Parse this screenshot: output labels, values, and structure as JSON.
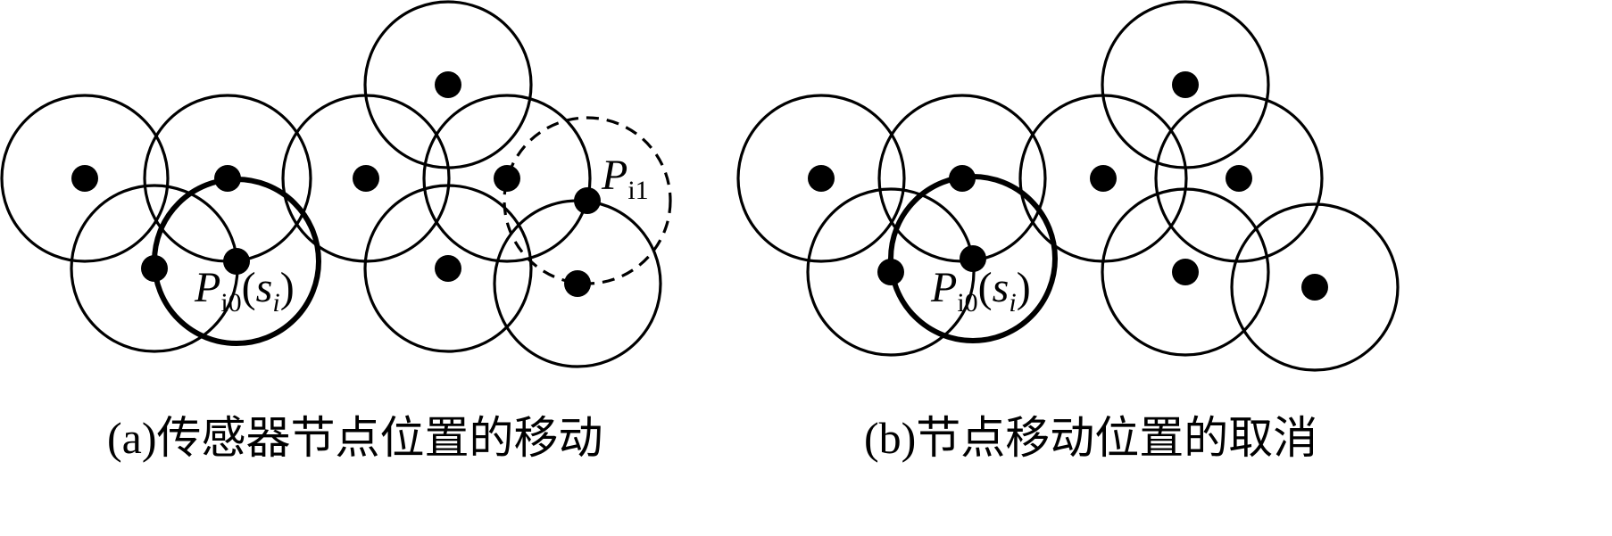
{
  "figure": {
    "panel_a": {
      "caption": "(a)传感器节点位置的移动",
      "label_p0": {
        "main": "P",
        "sub": "i0",
        "open": "(",
        "s": "s",
        "s_sub": "i",
        "close": ")"
      },
      "label_p1": {
        "main": "P",
        "sub": "i1"
      }
    },
    "panel_b": {
      "caption": "(b)节点移动位置的取消",
      "label_p0": {
        "main": "P",
        "sub": "i0",
        "open": "(",
        "s": "s",
        "s_sub": "i",
        "close": ")"
      }
    }
  },
  "colors": {
    "stroke": "#000000",
    "background": "#ffffff"
  }
}
